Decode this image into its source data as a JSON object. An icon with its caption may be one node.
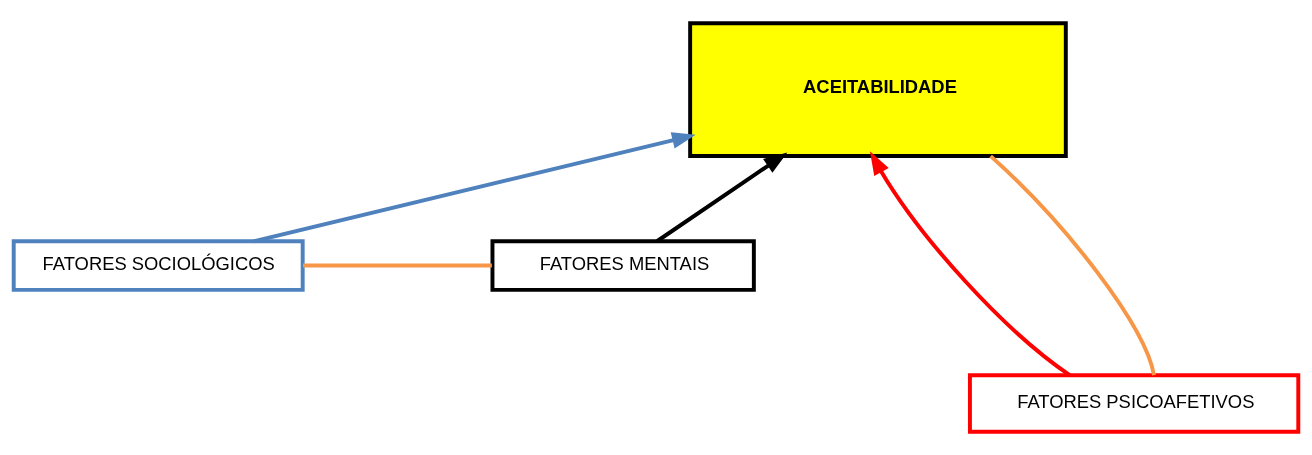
{
  "diagram": {
    "nodes": [
      {
        "text": [
          "ACEITABILIDADE"
        ]
      },
      {
        "text": [
          "FATORES SOCIOLÓGICOS"
        ]
      },
      {
        "text": [
          "FATORES MENTAIS"
        ]
      },
      {
        "text": [
          "FATORES PSICOAFETIVOS"
        ]
      }
    ],
    "edges": [
      {
        "from": 1,
        "to": 0,
        "arrow": "to",
        "color": "#4f81bd"
      },
      {
        "from": 2,
        "to": 0,
        "arrow": "to",
        "color": "#000000"
      },
      {
        "from": 3,
        "to": 0,
        "arrow": "to",
        "color": "#ff0000"
      },
      {
        "from": 1,
        "to": 2,
        "arrow": "none",
        "color": "#f79646"
      },
      {
        "from": 3,
        "to": 0,
        "arrow": "none",
        "color": "#f79646"
      }
    ]
  }
}
